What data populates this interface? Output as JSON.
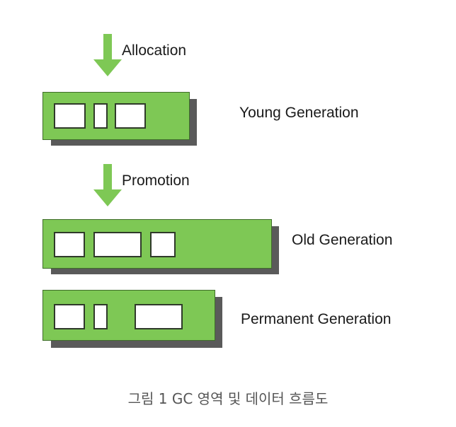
{
  "diagram": {
    "arrows": [
      {
        "label": "Allocation"
      },
      {
        "label": "Promotion"
      }
    ],
    "generations": [
      {
        "label": "Young Generation"
      },
      {
        "label": "Old Generation"
      },
      {
        "label": "Permanent Generation"
      }
    ],
    "caption": "그림 1 GC 영역 및 데이터 흐름도",
    "colors": {
      "arrow": "#7ec855",
      "bar_fill": "#7ec855",
      "bar_shadow": "#5a5a5a",
      "slot_fill": "#ffffff"
    }
  }
}
